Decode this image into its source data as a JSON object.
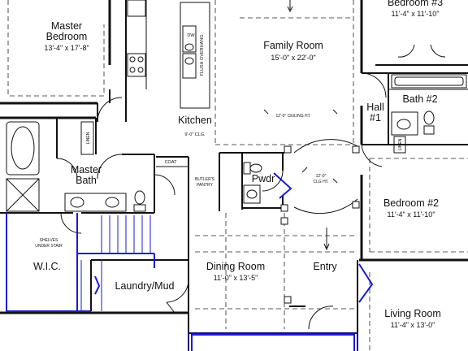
{
  "rooms": {
    "master_bedroom": {
      "name_line1": "Master",
      "name_line2": "Bedroom",
      "dim": "13'-4\" x 17'-8\""
    },
    "family_room": {
      "name": "Family Room",
      "dim": "15'-0\" x 22'-0\""
    },
    "bedroom3": {
      "name": "Bedroom #3",
      "dim": "11'-4\" x 11'-10\""
    },
    "kitchen": {
      "name": "Kitchen",
      "dim": "9'-0\" CLG."
    },
    "hall1": {
      "name_line1": "Hall",
      "name_line2": "#1"
    },
    "bath2": {
      "name": "Bath #2"
    },
    "master_bath": {
      "name_line1": "Master",
      "name_line2": "Bath"
    },
    "pwdr": {
      "name": "Pwdr"
    },
    "bedroom2": {
      "name": "Bedroom #2",
      "dim": "11'-4\" x 11'-10\""
    },
    "wic": {
      "name": "W.I.C."
    },
    "dining_room": {
      "name": "Dining Room",
      "dim": "11'-0\" x 13'-5\""
    },
    "entry": {
      "name": "Entry"
    },
    "laundry": {
      "name": "Laundry/Mud"
    },
    "living_room": {
      "name": "Living Room",
      "dim": "11'-4\" x 13'-0\""
    }
  },
  "notes": {
    "dw": "DW",
    "flush_overhang": "FLUSH OVERHANG",
    "family_ceiling": "12'-0\" CEILING HT.",
    "linen_left": "LINEN",
    "linen_right": "LINEN",
    "coat": "COAT",
    "butlers_line1": "BUTLER'S",
    "butlers_line2": "PANTRY",
    "entry_clg_line1": "12'-0\"",
    "entry_clg_line2": "CLG HT.",
    "shelves_line1": "SHELVES",
    "shelves_line2": "UNDER STAIR"
  },
  "colors": {
    "wall": "#111111",
    "highlight": "#1a1adb",
    "background": "#ffffff"
  }
}
